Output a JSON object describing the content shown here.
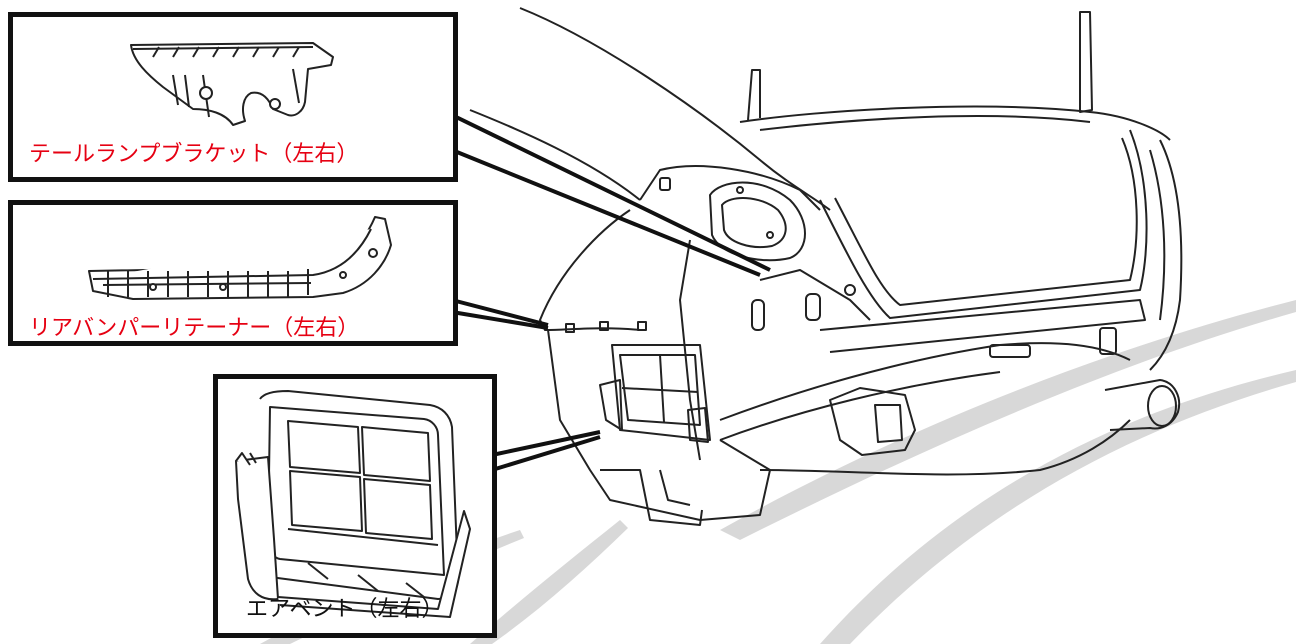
{
  "figure": {
    "colors": {
      "label_red": "#e60012",
      "label_black": "#111111",
      "line": "#222222",
      "swoosh": "#d6d6d6"
    }
  },
  "callouts": [
    {
      "id": "tail-lamp-bracket",
      "label": "テールランプブラケット（左右）",
      "label_color": "red"
    },
    {
      "id": "rear-bumper-retainer",
      "label": "リアバンパーリテーナー（左右）",
      "label_color": "red"
    },
    {
      "id": "air-vent",
      "label": "エアベント（左右）",
      "label_color": "black"
    }
  ]
}
